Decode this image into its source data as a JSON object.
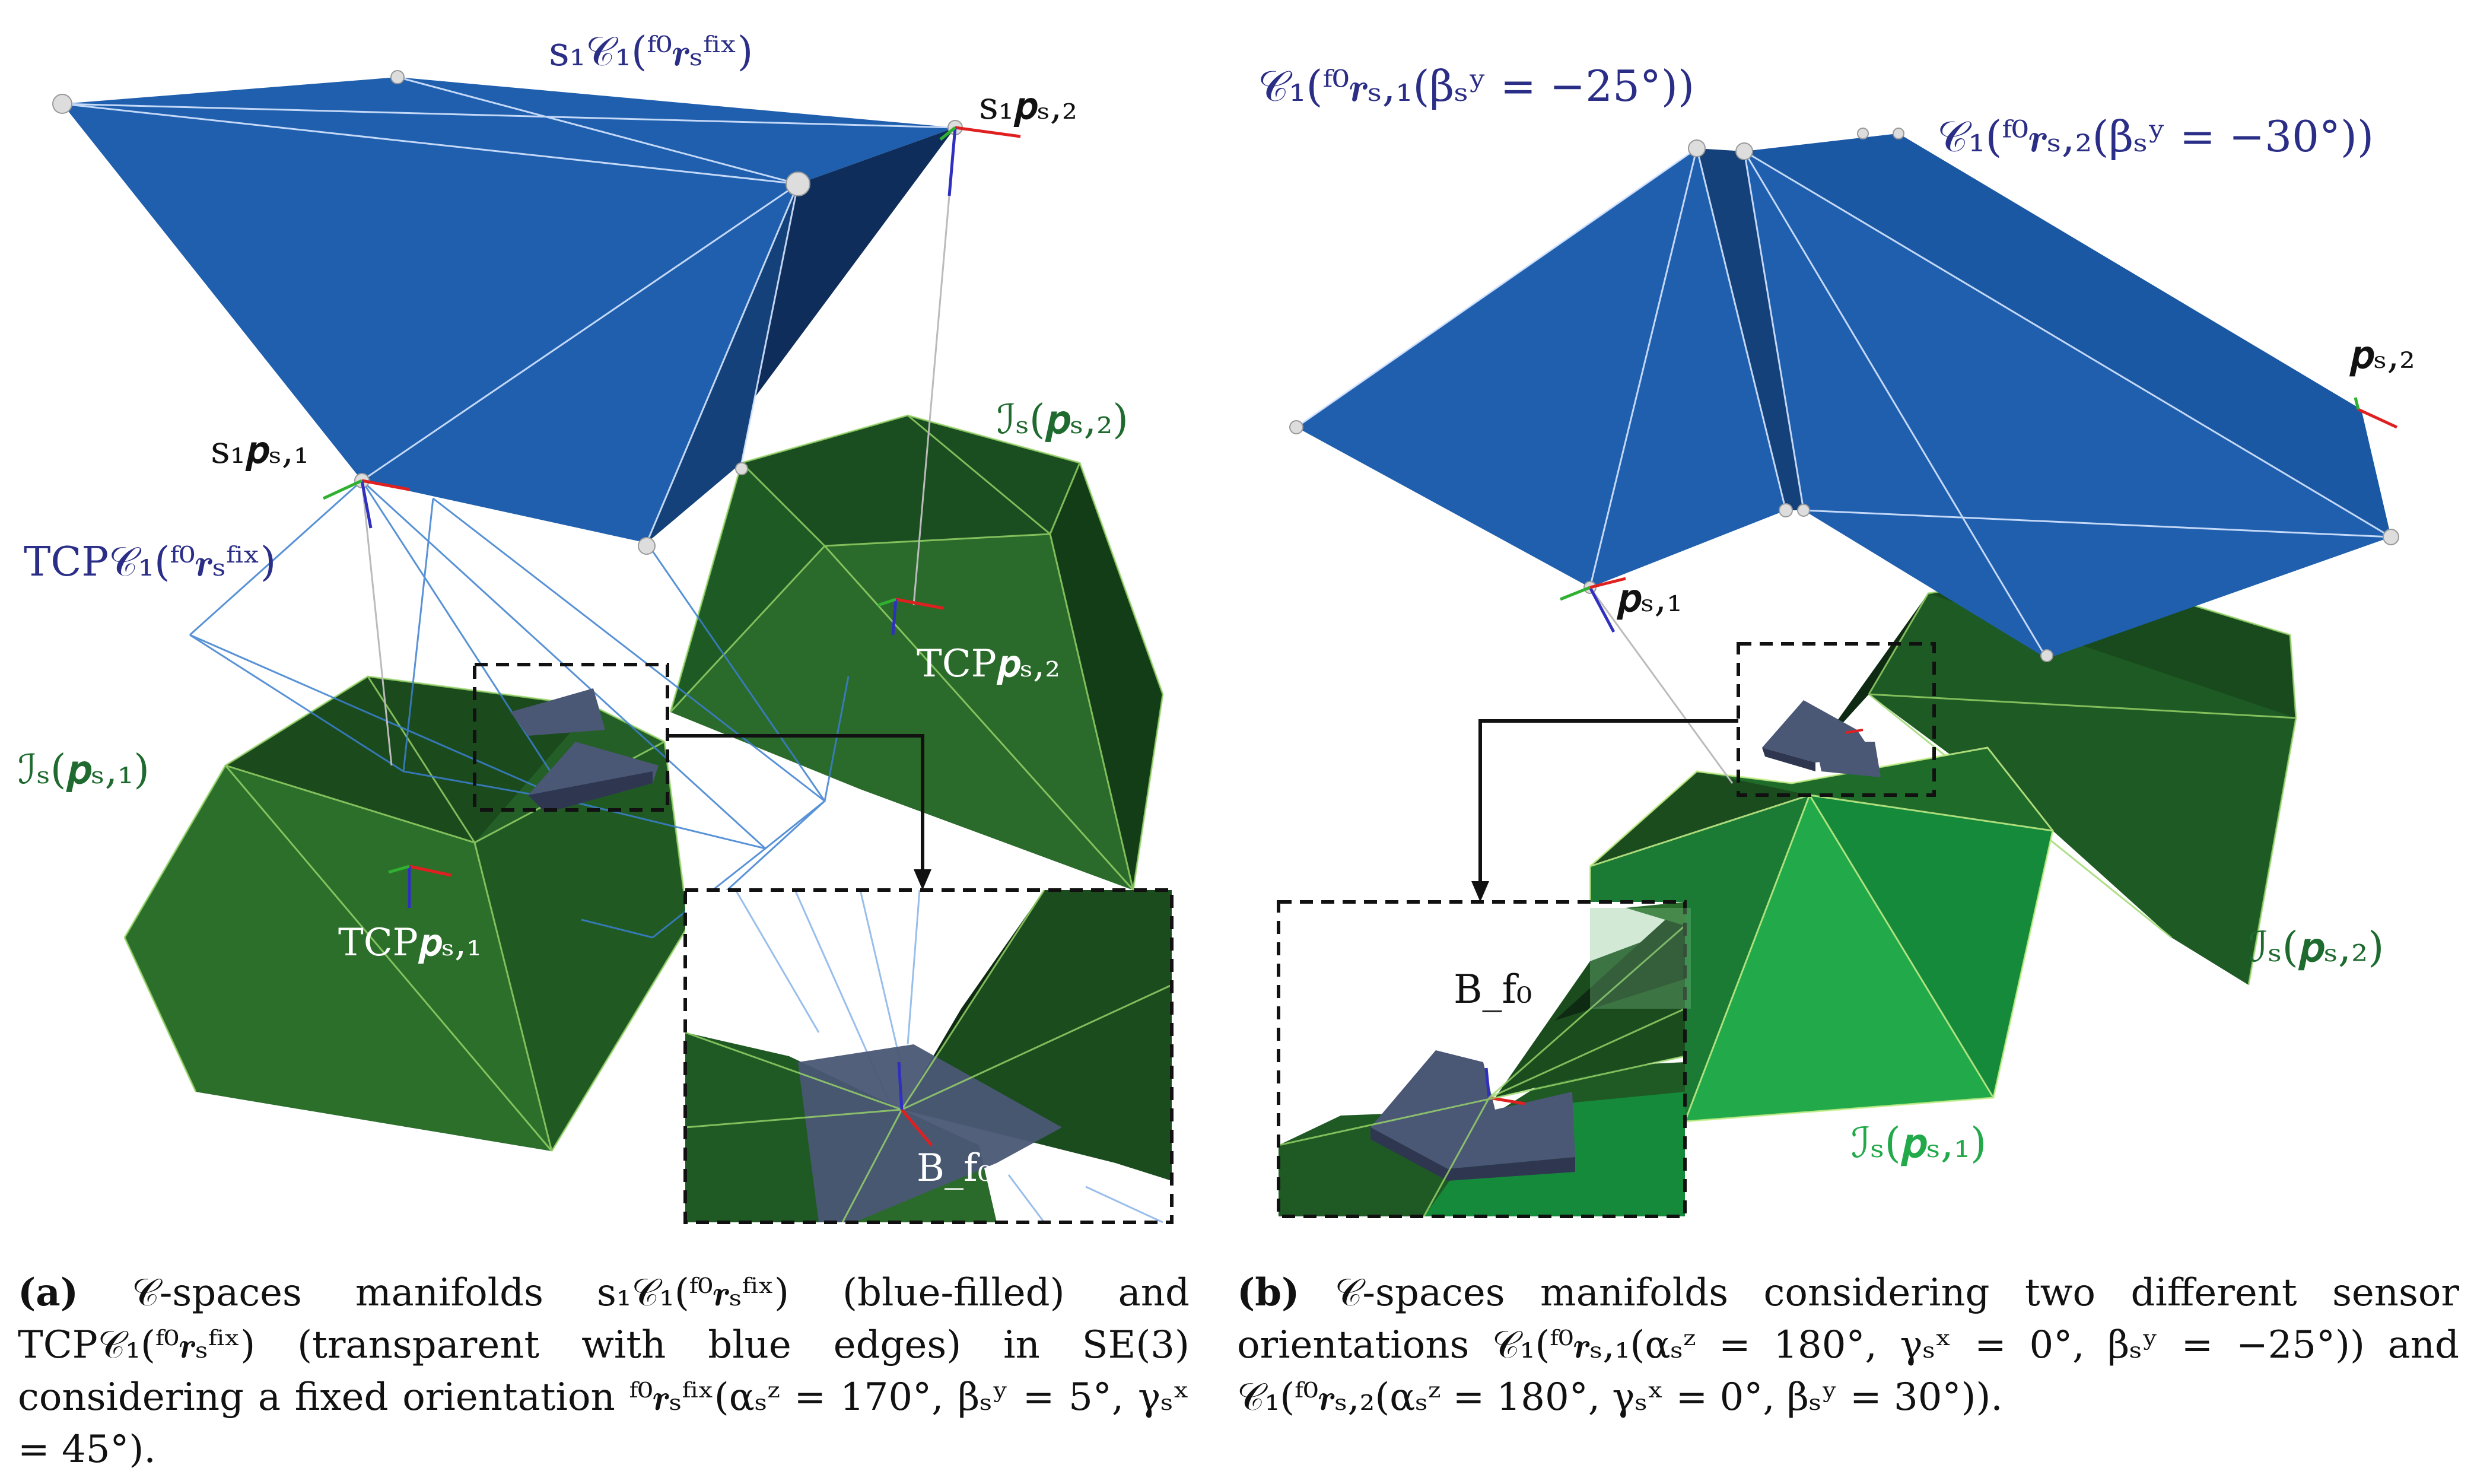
{
  "panel_a": {
    "labels": {
      "s1_c1": "s₁𝒞₁(ᶠ⁰𝒓ₛᶠⁱˣ)",
      "s1_p2": "s₁𝒑ₛ,₂",
      "s1_p1": "s₁𝒑ₛ,₁",
      "tcp_c1": "TCP𝒞₁(ᶠ⁰𝒓ₛᶠⁱˣ)",
      "is_p2": "ℐₛ(𝒑ₛ,₂)",
      "is_p1": "ℐₛ(𝒑ₛ,₁)",
      "tcp_p2": "TCP𝒑ₛ,₂",
      "tcp_p1": "TCP𝒑ₛ,₁",
      "bf0": "B_f₀"
    },
    "caption": {
      "tag": "(a)",
      "text": "𝒞-spaces manifolds s₁𝒞₁(ᶠ⁰𝒓ₛᶠⁱˣ) (blue-filled) and TCP𝒞₁(ᶠ⁰𝒓ₛᶠⁱˣ) (transparent with blue edges) in SE(3) considering a fixed orientation ᶠ⁰𝒓ₛᶠⁱˣ(αₛᶻ = 170°, βₛʸ = 5°, γₛˣ = 45°)."
    }
  },
  "panel_b": {
    "labels": {
      "c1_r1": "𝒞₁(ᶠ⁰𝒓ₛ,₁(βₛʸ = −25°))",
      "c1_r2": "𝒞₁(ᶠ⁰𝒓ₛ,₂(βₛʸ = −30°))",
      "p2": "𝒑ₛ,₂",
      "p1": "𝒑ₛ,₁",
      "bf0": "B_f₀",
      "is_p2": "ℐₛ(𝒑ₛ,₂)",
      "is_p1": "ℐₛ(𝒑ₛ,₁)"
    },
    "caption": {
      "tag": "(b)",
      "text": "𝒞-spaces manifolds considering two different sensor orientations 𝒞₁(ᶠ⁰𝒓ₛ,₁(αₛᶻ = 180°, γₛˣ = 0°, βₛʸ = −25°)) and 𝒞₁(ᶠ⁰𝒓ₛ,₂(αₛᶻ = 180°, γₛˣ = 0°, βₛʸ = 30°))."
    }
  },
  "colors": {
    "blue_fill": "#1f5fae",
    "blue_dark": "#0e2d5a",
    "green_dark": "#1f5a24",
    "green_light": "#22a94a",
    "label_blue": "#2b2e86",
    "label_green": "#1f6b2f"
  }
}
